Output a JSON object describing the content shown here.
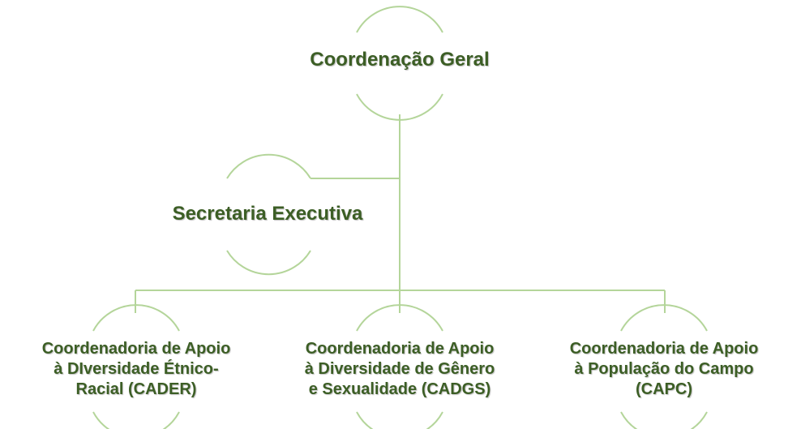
{
  "diagram": {
    "colors": {
      "line": "#b4d59a",
      "text": "#3c5e25"
    },
    "nodes": {
      "geral": {
        "label": "Coordenação Geral"
      },
      "secretaria": {
        "label": "Secretaria Executiva"
      },
      "cader": {
        "line1": "Coordenadoria de Apoio",
        "line2": "à DIversidade Étnico-",
        "line3": "Racial (CADER)"
      },
      "cadgs": {
        "line1": "Coordenadoria de Apoio",
        "line2": "à Diversidade de Gênero",
        "line3": "e Sexualidade (CADGS)"
      },
      "capc": {
        "line1": "Coordenadoria de Apoio",
        "line2": "à População do Campo",
        "line3": "(CAPC)"
      }
    }
  }
}
